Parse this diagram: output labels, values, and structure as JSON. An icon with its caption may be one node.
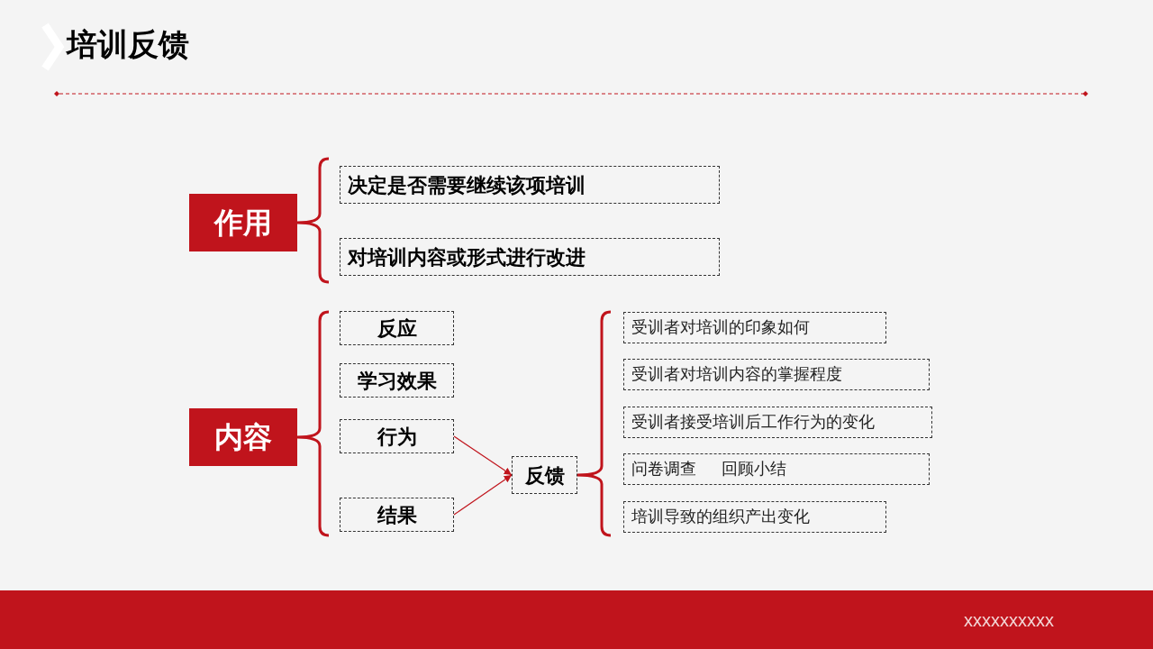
{
  "diagram": {
    "title": "培训反馈",
    "nodes": [
      {
        "text": [
          "作用"
        ]
      },
      {
        "text": [
          "决定是否需要继续该项培训"
        ]
      },
      {
        "text": [
          "对培训内容或形式进行改进"
        ]
      },
      {
        "text": [
          "内容"
        ]
      },
      {
        "text": [
          "反应"
        ]
      },
      {
        "text": [
          "学习效果"
        ]
      },
      {
        "text": [
          "行为"
        ]
      },
      {
        "text": [
          "结果"
        ]
      },
      {
        "text": [
          "反馈"
        ]
      },
      {
        "text": [
          "受训者对培训的印象如何"
        ]
      },
      {
        "text": [
          "受训者对培训内容的掌握程度"
        ]
      },
      {
        "text": [
          "受训者接受培训后工作行为的变化"
        ]
      },
      {
        "text": [
          "问卷调查",
          "回顾小结"
        ]
      },
      {
        "text": [
          "培训导致的组织产出变化"
        ]
      }
    ],
    "edges": [
      {
        "from": 6,
        "to": 8,
        "arrow": "to"
      },
      {
        "from": 7,
        "to": 8,
        "arrow": "to"
      }
    ],
    "labels": [
      "xxxxxxxxxx"
    ]
  }
}
